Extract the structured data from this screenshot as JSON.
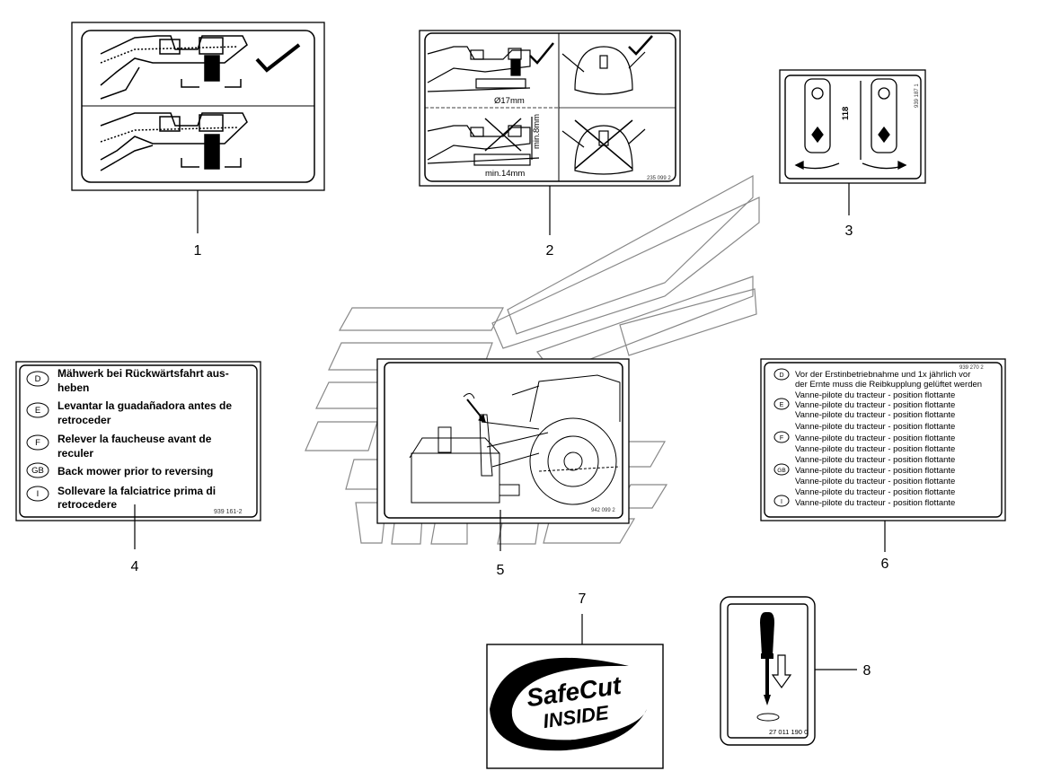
{
  "callouts": [
    "1",
    "2",
    "3",
    "4",
    "5",
    "6",
    "7",
    "8"
  ],
  "decal2": {
    "dim_top": "Ø17mm",
    "dim_bottom": "min.14mm",
    "dim_side": "min.8mm",
    "code": "235 099 2"
  },
  "decal3": {
    "code": "939 187 1",
    "length_label": "118"
  },
  "decal4": {
    "code": "939 161-2",
    "rows": [
      {
        "lang": "D",
        "lines": [
          "Mähwerk bei Rückwärtsfahrt aus-",
          "heben"
        ]
      },
      {
        "lang": "E",
        "lines": [
          "Levantar la guadañadora antes de",
          "retroceder"
        ]
      },
      {
        "lang": "F",
        "lines": [
          "Relever la faucheuse avant de",
          "reculer"
        ]
      },
      {
        "lang": "GB",
        "lines": [
          "Back mower prior to reversing"
        ]
      },
      {
        "lang": "I",
        "lines": [
          "Sollevare la falciatrice prima di",
          "retrocedere"
        ]
      }
    ]
  },
  "decal5": {
    "code": "942 099 2"
  },
  "decal6": {
    "code": "939 270 2",
    "rows": [
      {
        "lang": "D",
        "lines": [
          "Vor der Erstinbetriebnahme und 1x jährlich vor",
          "der Ernte muss die Reibkupplung gelüftet werden"
        ]
      },
      {
        "lang": "E",
        "lines": [
          "Vanne-pilote du tracteur - position flottante",
          "Vanne-pilote du tracteur - position flottante"
        ]
      },
      {
        "lang": "F",
        "lines": [
          "Vanne-pilote du tracteur - position flottante",
          "Vanne-pilote du tracteur - position flottante",
          "Vanne-pilote du tracteur - position flottante"
        ]
      },
      {
        "lang": "GB",
        "lines": [
          "Vanne-pilote du tracteur - position flottante",
          "Vanne-pilote du tracteur - position flottante",
          "Vanne-pilote du tracteur - position flottante"
        ]
      },
      {
        "lang": "I",
        "lines": [
          "Vanne-pilote du tracteur - position flottante",
          "Vanne-pilote du tracteur - position flottante",
          "Vanne-pilote du tracteur - position flottante"
        ]
      }
    ]
  },
  "decal7": {
    "brand": "SafeCut",
    "tagline": "INSIDE"
  },
  "decal8": {
    "code": "27 011 190 0"
  }
}
